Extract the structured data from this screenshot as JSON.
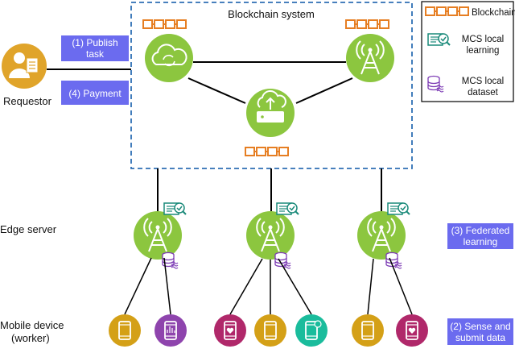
{
  "blockchain_system_title": "Blockchain system",
  "requestor_label": "Requestor",
  "edge_server_label": "Edge server",
  "mobile_device_label_line1": "Mobile device",
  "mobile_device_label_line2": "(worker)",
  "steps": {
    "publish_line1": "(1) Publish",
    "publish_line2": "task",
    "payment": "(4) Payment",
    "federated_line1": "(3) Federated",
    "federated_line2": "learning",
    "sense_line1": "(2) Sense and",
    "sense_line2": "submit data"
  },
  "legend": {
    "blockchain": "Blockchain",
    "mcs_local_learning_line1": "MCS local",
    "mcs_local_learning_line2": "learning",
    "mcs_local_dataset_line1": "MCS local",
    "mcs_local_dataset_line2": "dataset"
  },
  "colors": {
    "green_node": "#8cc63f",
    "chain_orange": "#e67e22",
    "step_box": "#6b6bef",
    "dashed_border": "#2e6fb4",
    "device_gold": "#d4a017",
    "device_purple": "#8e44ad",
    "device_magenta": "#b0286a",
    "device_teal": "#1abc9c",
    "requestor_gold": "#e0a42a"
  },
  "icons": [
    "blockchain-icon",
    "cloud-sync-icon",
    "tower-icon",
    "cloud-upload-router-icon",
    "mcs-local-learning-icon",
    "mcs-local-dataset-icon",
    "phone-icon",
    "requestor-icon"
  ]
}
